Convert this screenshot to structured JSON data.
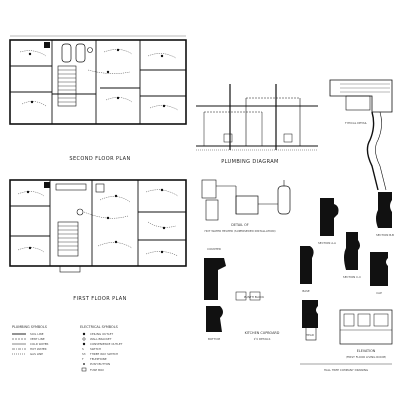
{
  "titles": {
    "second_floor": "SECOND FLOOR PLAN",
    "first_floor": "FIRST FLOOR PLAN",
    "plumbing": "PLUMBING DIAGRAM",
    "hot_water_line1": "DETAIL OF",
    "hot_water_line2": "HOT WATER HEATER (SUPERSEDED INSTALLATION)",
    "kitchen_line1": "KITCHEN CUPBOARD",
    "kitchen_line2": "1½ DETAILS",
    "elevation_line1": "ELEVATION",
    "elevation_line2": "(FIRST FLOOR LIVING ROOM)"
  },
  "legend": {
    "plumbing_title": "PLUMBING SYMBOLS",
    "plumbing_items": [
      "SOIL LINE",
      "VENT LINE",
      "COLD WATER",
      "HOT WATER",
      "GAS LINE"
    ],
    "electrical_title": "ELECTRICAL SYMBOLS",
    "electrical_items": [
      "CEILING OUTLET",
      "WALL BRACKET",
      "CONVENIENCE OUTLET",
      "SWITCH",
      "THREE WAY SWITCH",
      "TELEPHONE",
      "PUSH BUTTON",
      "FUSE BOX"
    ]
  },
  "detail_labels": {
    "cornice": "CORNICE",
    "trim_a": "SECTION A-A",
    "trim_b": "SECTION B-B",
    "trim_c": "SECTION C-C",
    "base": "BASE",
    "cap": "CAP",
    "sill": "SILL",
    "jamb": "JAMB",
    "head": "HEAD",
    "counter": "COUNTER",
    "plinth": "PLINTH BLOCK",
    "bottom": "BOTTOM",
    "typical_detail": "TYPICAL DETAIL"
  },
  "stamp": {
    "line1": "HALL TREE COMPANY DRAWING"
  }
}
